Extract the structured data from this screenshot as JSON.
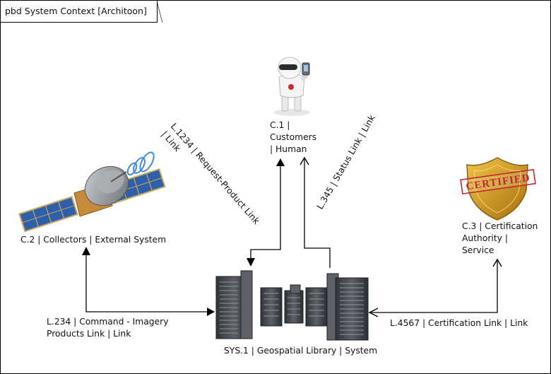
{
  "frame": {
    "title": "pbd System Context [Architoon]"
  },
  "nodes": {
    "customers": {
      "lines": [
        "C.1 |",
        "Customers",
        "| Human"
      ],
      "icon": "robot-phone-icon"
    },
    "collectors": {
      "label": "C.2 | Collectors | External System",
      "icon": "satellite-icon"
    },
    "certification": {
      "lines": [
        "C.3 | Certification",
        "Authority |",
        "Service"
      ],
      "icon": "certified-shield-icon",
      "badge_text": "CERTIFIED"
    },
    "library": {
      "label": "SYS.1 | Geospatial Library | System",
      "icon": "server-rack-icon"
    }
  },
  "links": {
    "request_product": {
      "lines": [
        "L.1234 | Request-Product Link",
        "| Link"
      ]
    },
    "status": {
      "label": "L.345 | Status Link | Link"
    },
    "command_imagery": {
      "lines": [
        "L.234 | Command - Imagery",
        "Products Link | Link"
      ]
    },
    "certification": {
      "label": "L.4567 | Certification Link | Link"
    }
  },
  "colors": {
    "line": "#000000",
    "server": "#4a4f55",
    "shield": "#d4a017",
    "badge": "#c0272d"
  }
}
